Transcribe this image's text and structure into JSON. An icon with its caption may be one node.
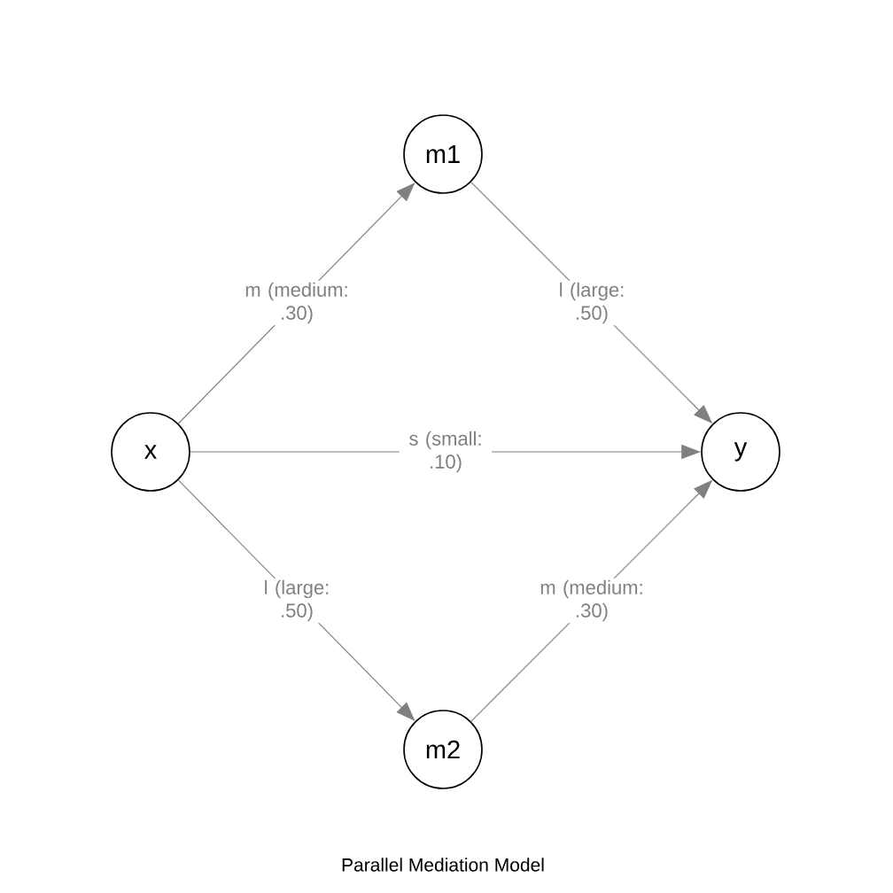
{
  "diagram": {
    "caption": "Parallel Mediation Model",
    "nodes": [
      {
        "text": [
          "m1"
        ]
      },
      {
        "text": [
          "x"
        ]
      },
      {
        "text": [
          "y"
        ]
      },
      {
        "text": [
          "m2"
        ]
      }
    ],
    "edges": [
      {
        "from": 1,
        "to": 0,
        "arrow": "to",
        "label": "m (medium: .30)"
      },
      {
        "from": 0,
        "to": 2,
        "arrow": "to",
        "label": "l (large: .50)"
      },
      {
        "from": 1,
        "to": 2,
        "arrow": "to",
        "label": "s (small: .10)"
      },
      {
        "from": 1,
        "to": 3,
        "arrow": "to",
        "label": "l (large: .50)"
      },
      {
        "from": 3,
        "to": 2,
        "arrow": "to",
        "label": "m (medium: .30)"
      }
    ]
  }
}
